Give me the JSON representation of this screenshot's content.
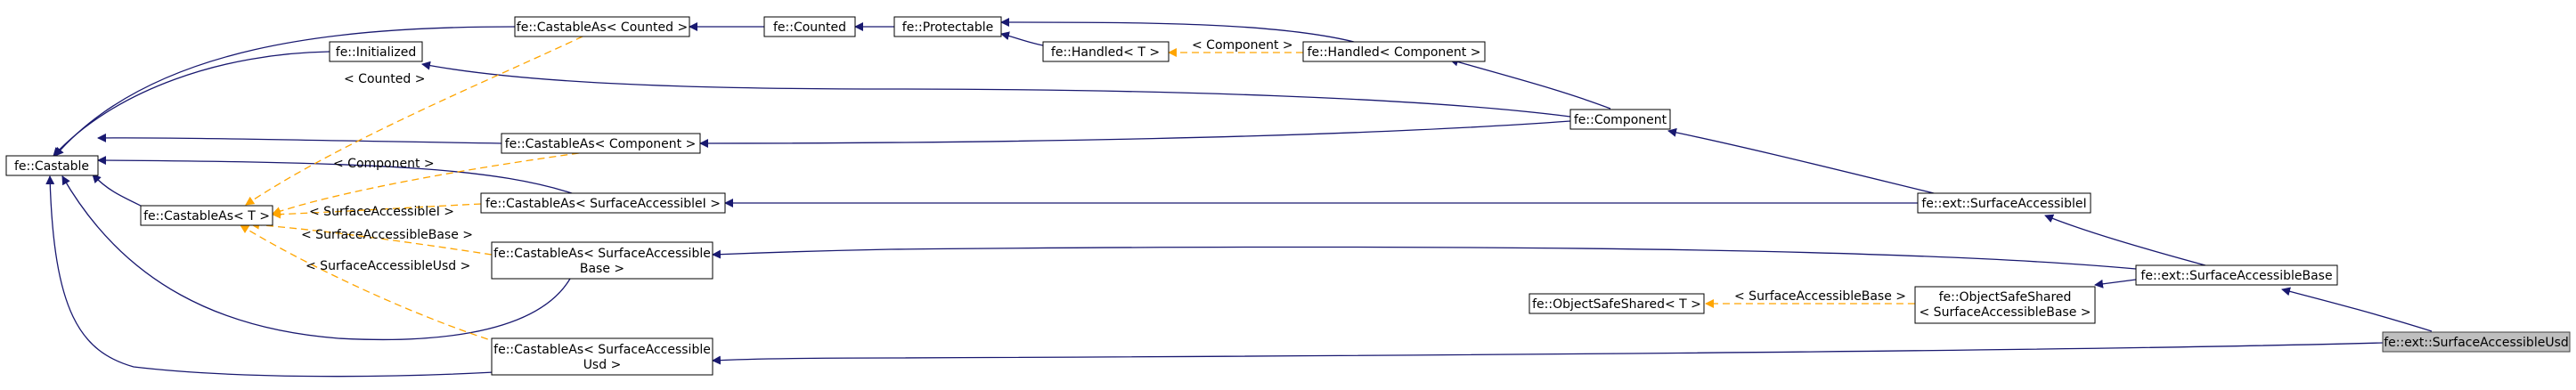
{
  "colors": {
    "inherit_edge": "#191970",
    "template_edge": "#ffa500",
    "node_border": "#000000",
    "highlight_fill": "#bfbfbf"
  },
  "nodes": {
    "castable": "fe::Castable",
    "initialized": "fe::Initialized",
    "castable_as_counted": "fe::CastableAs< Counted >",
    "counted": "fe::Counted",
    "protectable": "fe::Protectable",
    "handled_t": "fe::Handled< T >",
    "handled_component": "fe::Handled< Component >",
    "castable_as_component": "fe::CastableAs< Component >",
    "component": "fe::Component",
    "castable_as_t": "fe::CastableAs< T >",
    "castable_as_sai": "fe::CastableAs< SurfaceAccessibleI >",
    "sai": "fe::ext::SurfaceAccessibleI",
    "castable_as_sab_line1": "fe::CastableAs< SurfaceAccessible",
    "castable_as_sab_line2": "Base >",
    "sab": "fe::ext::SurfaceAccessibleBase",
    "object_safe_shared_t": "fe::ObjectSafeShared< T >",
    "object_safe_shared_sab_line1": "fe::ObjectSafeShared",
    "object_safe_shared_sab_line2": "< SurfaceAccessibleBase >",
    "castable_as_usd_line1": "fe::CastableAs< SurfaceAccessible",
    "castable_as_usd_line2": "Usd >",
    "sausd": "fe::ext::SurfaceAccessibleUsd"
  },
  "edge_labels": {
    "counted": "< Counted >",
    "component_handled": "< Component >",
    "component_castable": "< Component >",
    "sai": "< SurfaceAccessibleI >",
    "sab": "< SurfaceAccessibleBase >",
    "usd": "< SurfaceAccessibleUsd >",
    "oss_sab": "< SurfaceAccessibleBase >"
  }
}
